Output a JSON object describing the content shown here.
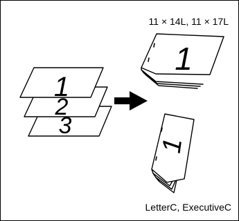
{
  "labels": {
    "top_formats": "11 × 14L, 11 × 17L",
    "bottom_formats": "LetterC, ExecutiveC"
  },
  "stack_pages": [
    "1",
    "2",
    "3"
  ],
  "result_page_number": "1"
}
